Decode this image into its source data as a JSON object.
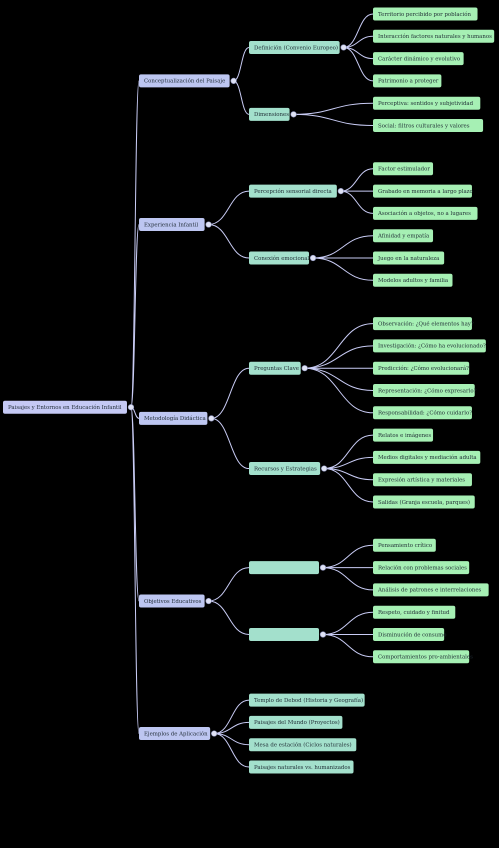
{
  "colors": {
    "background": "#000000",
    "root": "#c5c9f4",
    "level1": "#bdc6f1",
    "level2": "#a3e0cc",
    "leaf": "#a6f0b4",
    "link": "#c9ccf5",
    "text": "#1e2a33"
  },
  "root": {
    "label": "Paisajes y Entornos en Educación Infantil",
    "children": [
      {
        "label": "Conceptualización del Paisaje",
        "children": [
          {
            "label": "Definición (Convenio Europeo)",
            "children": [
              {
                "label": "Territorio percibido por población"
              },
              {
                "label": "Interacción factores naturales y humanos"
              },
              {
                "label": "Carácter dinámico y evolutivo"
              },
              {
                "label": "Patrimonio a proteger"
              }
            ]
          },
          {
            "label": "Dimensiones",
            "children": [
              {
                "label": "Perceptiva: sentidos y subjetividad"
              },
              {
                "label": "Social: filtros culturales y valores"
              }
            ]
          }
        ]
      },
      {
        "label": "Experiencia Infantil",
        "children": [
          {
            "label": "Percepción sensorial directa",
            "children": [
              {
                "label": "Factor estimulador"
              },
              {
                "label": "Grabado en memoria a largo plazo"
              },
              {
                "label": "Asociación a objetos, no a lugares"
              }
            ]
          },
          {
            "label": "Conexión emocional",
            "children": [
              {
                "label": "Afinidad y empatía"
              },
              {
                "label": "Juego en la naturaleza"
              },
              {
                "label": "Modelos adultos y familia"
              }
            ]
          }
        ]
      },
      {
        "label": "Metodología Didáctica",
        "children": [
          {
            "label": "Preguntas Clave",
            "children": [
              {
                "label": "Observación: ¿Qué elementos hay?"
              },
              {
                "label": "Investigación: ¿Cómo ha evolucionado?"
              },
              {
                "label": "Predicción: ¿Cómo evolucionará?"
              },
              {
                "label": "Representación: ¿Cómo expresarlo?"
              },
              {
                "label": "Responsabilidad: ¿Cómo cuidarlo?"
              }
            ]
          },
          {
            "label": "Recursos y Estrategias",
            "children": [
              {
                "label": "Relatos e imágenes"
              },
              {
                "label": "Medios digitales y mediación adulta"
              },
              {
                "label": "Expresión artística y materiales"
              },
              {
                "label": "Salidas (Granja escuela, parques)"
              }
            ]
          }
        ]
      },
      {
        "label": "Objetivos Educativos",
        "children": [
          {
            "label": "",
            "children": [
              {
                "label": "Pensamiento crítico"
              },
              {
                "label": "Relación con problemas sociales"
              },
              {
                "label": "Análisis de patrones e interrelaciones"
              }
            ]
          },
          {
            "label": "",
            "children": [
              {
                "label": "Respeto, cuidado y finitud"
              },
              {
                "label": "Disminución de consumo"
              },
              {
                "label": "Comportamientos pro-ambientales"
              }
            ]
          }
        ]
      },
      {
        "label": "Ejemplos de Aplicación",
        "children": [
          {
            "label": "Templo de Debod (Historia y Geografía)"
          },
          {
            "label": "Paisajes del Mundo (Proyectos)"
          },
          {
            "label": "Mesa de estación (Ciclos naturales)"
          },
          {
            "label": "Paisajes naturales vs. humanizados"
          }
        ]
      }
    ]
  }
}
